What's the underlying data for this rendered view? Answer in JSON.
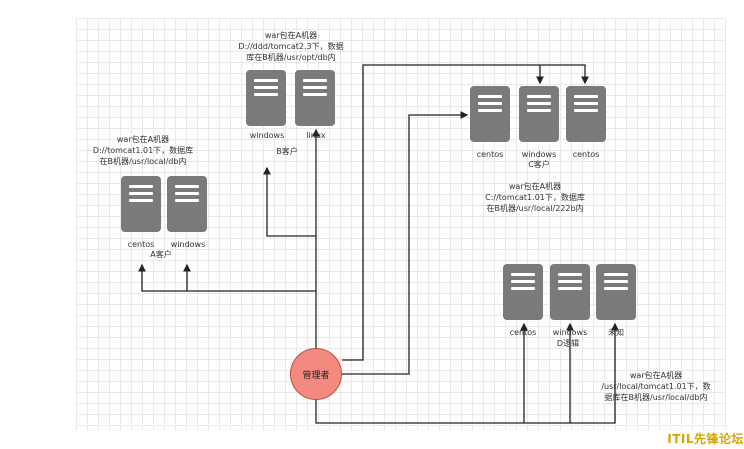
{
  "manager": {
    "label": "管理者"
  },
  "groups": {
    "a": {
      "note": [
        "war包在A机器",
        "D://tomcat1.01下，数据库",
        "在B机器/usr/local/db内"
      ],
      "servers": [
        "centos",
        "windows"
      ],
      "client": "A客户"
    },
    "b": {
      "note": [
        "war包在A机器",
        "D://ddd/tomcat2.3下，数据",
        "库在B机器/usr/opt/db内"
      ],
      "servers": [
        "windows",
        "linux"
      ],
      "client": "B客户"
    },
    "c": {
      "note": [
        "war包在A机器",
        "C://tomcat1.01下，数据库",
        "在B机器/usr/local/222b内"
      ],
      "servers": [
        "centos",
        "windows",
        "centos"
      ],
      "client": "C客户"
    },
    "d": {
      "note": [
        "war包在A机器",
        "/usr/local/tomcat1.01下，数",
        "据库在B机器/usr/local/db内"
      ],
      "servers": [
        "centos",
        "windows",
        "未知"
      ],
      "client": "D逻辑"
    }
  },
  "watermark": "ITIL先锋论坛"
}
